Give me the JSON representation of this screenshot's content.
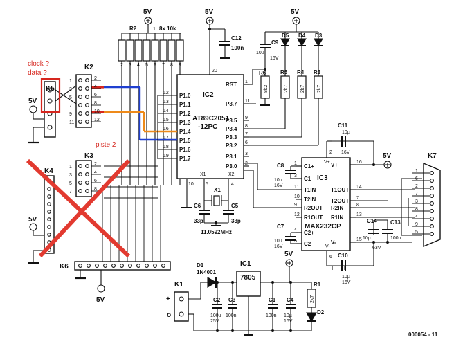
{
  "colors": {
    "annotation": "#d6261e",
    "wire_blue": "#1f3fd0",
    "wire_orange": "#ee8a1a",
    "cross": "#e23a30"
  },
  "supply": {
    "label": "5V"
  },
  "notes": {
    "clock": "clock ?",
    "data": "data ?",
    "track": "piste 2"
  },
  "connectors": {
    "k2": "K2",
    "k3": "K3",
    "k4": "K4",
    "k5": "K5",
    "k6": "K6",
    "k7": "K7",
    "k1": "K1"
  },
  "r2": {
    "label": "R2",
    "array": "8x 10k",
    "pins": [
      "2",
      "3",
      "4",
      "5",
      "6",
      "7",
      "8",
      "9"
    ],
    "common": "1"
  },
  "ic2": {
    "ref": "IC2",
    "part": "AT89C2051",
    "suffix": "-12PC",
    "left_pins": [
      {
        "n": "12",
        "name": "P1.0"
      },
      {
        "n": "13",
        "name": "P1.1"
      },
      {
        "n": "14",
        "name": "P1.2"
      },
      {
        "n": "15",
        "name": "P1.3"
      },
      {
        "n": "16",
        "name": "P1.4"
      },
      {
        "n": "17",
        "name": "P1.5"
      },
      {
        "n": "18",
        "name": "P1.6"
      },
      {
        "n": "19",
        "name": "P1.7"
      }
    ],
    "right_pins": [
      {
        "n": "1",
        "name": "RST"
      },
      {
        "n": "11",
        "name": "P3.7"
      },
      {
        "n": "9",
        "name": "P3.5"
      },
      {
        "n": "8",
        "name": "P3.4"
      },
      {
        "n": "7",
        "name": "P3.3"
      },
      {
        "n": "6",
        "name": "P3.2"
      },
      {
        "n": "3",
        "name": "P3.1"
      },
      {
        "n": "2",
        "name": "P3.0"
      }
    ],
    "vcc_pin": "20",
    "gnd_pin": "10",
    "x1_pin": "5",
    "x2_pin": "4",
    "x1": "X1",
    "x2": "X2"
  },
  "crystal": {
    "ref": "X1",
    "freq": "11.0592MHz",
    "c6": "C6",
    "c6v": "33p",
    "c5": "C5",
    "c5v": "33p"
  },
  "c12": {
    "ref": "C12",
    "value": "100n"
  },
  "leds": {
    "c9": "C9",
    "c9v": "10µ",
    "c9r": "16V",
    "d5": "D5",
    "d4": "D4",
    "d3": "D3",
    "r6": "R6",
    "r6v": "8k2",
    "r5": "R5",
    "r5v": "2k7",
    "r4": "R4",
    "r4v": "2k7",
    "r3": "R3",
    "r3v": "2k7"
  },
  "ic3": {
    "ref": "IC3",
    "part": "MAX232CP",
    "left_pins": [
      {
        "n": "1",
        "name": "C1+"
      },
      {
        "n": "3",
        "name": "C1–"
      },
      {
        "n": "11",
        "name": "T1IN"
      },
      {
        "n": "10",
        "name": "T2IN"
      },
      {
        "n": "9",
        "name": "R2OUT"
      },
      {
        "n": "12",
        "name": "R1OUT"
      },
      {
        "n": "4",
        "name": "C2+"
      },
      {
        "n": "5",
        "name": "C2–"
      }
    ],
    "right_pins": [
      {
        "n": "16",
        "name": "V+"
      },
      {
        "n": "14",
        "name": "T1OUT"
      },
      {
        "n": "7",
        "name": "T2OUT"
      },
      {
        "n": "8",
        "name": "R2IN"
      },
      {
        "n": "13",
        "name": "R1IN"
      },
      {
        "n": "15",
        "name": "V-"
      }
    ],
    "vp_pin": "2",
    "vp": "V+",
    "vm_pin": "6",
    "vm": "V-"
  },
  "caps232": {
    "c11": "C11",
    "c11v": "10µ",
    "c11r": "16V",
    "c8": "C8",
    "c8v": "10µ",
    "c8r": "16V",
    "c7": "C7",
    "c7v": "10µ",
    "c7r": "16V",
    "c10": "C10",
    "c10v": "10µ",
    "c10r": "16V",
    "c14": "C14",
    "c14v": "10µ",
    "c14r": "63V",
    "c13": "C13",
    "c13v": "100n"
  },
  "k7pins": [
    "1",
    "6",
    "2",
    "7",
    "3",
    "8",
    "4",
    "9",
    "5"
  ],
  "kpins": {
    "odd": [
      "1",
      "3",
      "5",
      "7",
      "9",
      "11"
    ],
    "even": [
      "2",
      "4",
      "6",
      "8",
      "10",
      "12"
    ]
  },
  "power": {
    "d1": "D1",
    "d1v": "1N4001",
    "ic1": "IC1",
    "ic1v": "7805",
    "c2": "C2",
    "c2v": "100µ",
    "c2r": "25V",
    "c3": "C3",
    "c3v": "100n",
    "c1": "C1",
    "c1v": "100n",
    "c4": "C4",
    "c4v": "10µ",
    "c4r": "16V",
    "r1": "R1",
    "r1v": "2k7",
    "d2": "D2",
    "plus": "+",
    "circle": "o"
  },
  "figure_id": "000054 - 11"
}
